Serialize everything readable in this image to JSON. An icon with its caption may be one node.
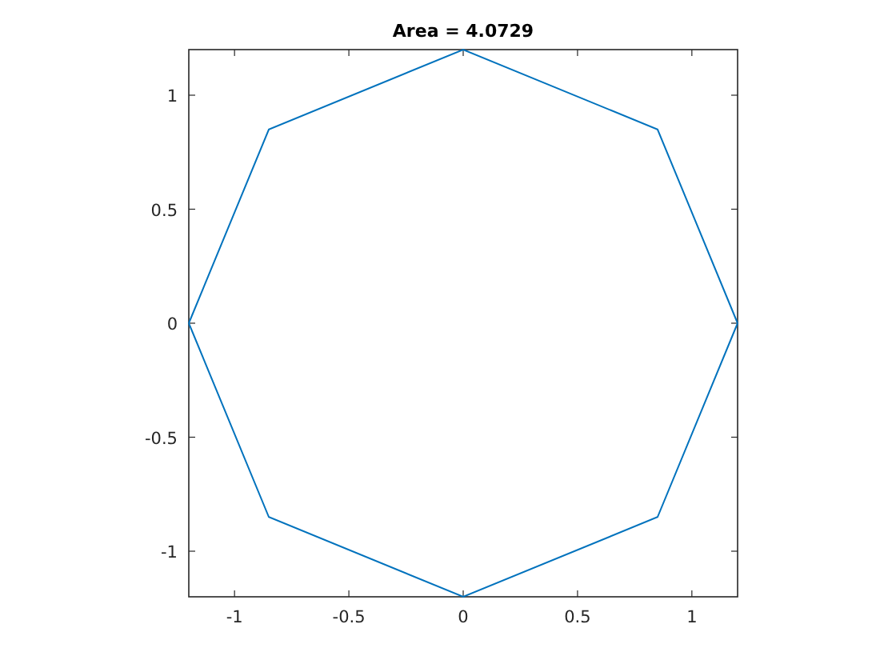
{
  "diagram": {
    "chart_data": {
      "type": "line",
      "title": "Area = 4.0729",
      "x": [
        -1.2,
        -0.85,
        0,
        0.85,
        1.2
      ],
      "series": [
        {
          "color": "#0072bd",
          "values": [
            0,
            0.85,
            1.2,
            0.85,
            0
          ]
        },
        {
          "color": "#0072bd",
          "values": [
            0,
            -0.85,
            -1.2,
            -0.85,
            0
          ]
        }
      ],
      "xlim": [
        -1.2,
        1.2
      ],
      "ylim": [
        -1.2,
        1.2
      ],
      "xticks": [
        -1,
        -0.5,
        0,
        0.5,
        1
      ],
      "yticks": [
        -1,
        -0.5,
        0,
        0.5,
        1
      ]
    }
  }
}
